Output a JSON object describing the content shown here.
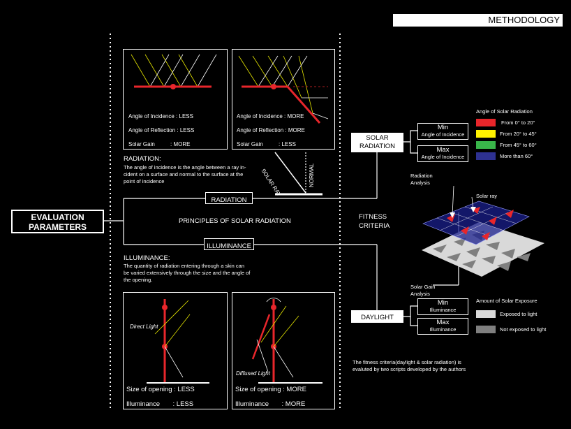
{
  "header": {
    "title": "METHODOLOGY"
  },
  "evaluation": {
    "label_line1": "EVALUATION",
    "label_line2": "PARAMETERS"
  },
  "radiation": {
    "label": "RADIATION"
  },
  "illuminance": {
    "label": "ILLUMINANCE"
  },
  "principles": "PRINCIPLES OF SOLAR RADIATION",
  "fitness": {
    "line1": "FITNESS",
    "line2": "CRITERIA"
  },
  "panels": {
    "p1": {
      "aoi": "Angle of Incidence : LESS",
      "aor": "Angle of Reflection : LESS",
      "gain": "Solar Gain          : MORE"
    },
    "p2": {
      "aoi": "Angle of Incidence : MORE",
      "aor": "Angle of Reflection : MORE",
      "gain": "Solar Gain          : LESS"
    },
    "p3": {
      "direct": "Direct Light",
      "size": "Size of opening : LESS",
      "illum": "Illuminance       : LESS"
    },
    "p4": {
      "diffused": "Diffused Light",
      "size": "Size of opening : MORE",
      "illum": "Illuminance       : MORE"
    }
  },
  "radiation_text": {
    "title": "RADIATION:",
    "l1": "The angle of incidence is the angle between a ray in-",
    "l2": "cident on a surface and normal to the surface at the",
    "l3": "point of incidence"
  },
  "illuminance_text": {
    "title": "ILLUMINANCE:",
    "l1": "The quantity of radiation entering through a skin can",
    "l2": "be varied extensively through the size and the angle of",
    "l3": "the opening."
  },
  "diagram_labels": {
    "solar_ray": "SOLAR RAY",
    "normal": "NORMAL"
  },
  "solar_radiation": {
    "line1": "SOLAR",
    "line2": "RADIATION"
  },
  "min_angle": {
    "title": "Min",
    "sub": "Angle of Incidence"
  },
  "max_angle": {
    "title": "Max",
    "sub": "Angle of Incidence"
  },
  "daylight": {
    "label": "DAYLIGHT"
  },
  "min_illum": {
    "title": "Min",
    "sub": "Illuminance"
  },
  "max_illum": {
    "title": "Max",
    "sub": "Illuminance"
  },
  "legend_angle": {
    "title": "Angle of Solar Radiation",
    "items": [
      {
        "color": "#e8262b",
        "label": "From 0° to 20°"
      },
      {
        "color": "#fff200",
        "label": "From 20° to 45°"
      },
      {
        "color": "#39b54a",
        "label": "From 45° to 60°"
      },
      {
        "color": "#2e3192",
        "label": "More than 60°"
      }
    ]
  },
  "legend_exposure": {
    "title": "Amount of Solar Exposure",
    "items": [
      {
        "color": "#d9d9d9",
        "label": "Exposed to light"
      },
      {
        "color": "#7f7f7f",
        "label": "Not exposed to light"
      }
    ]
  },
  "analysis": {
    "radiation_l1": "Radiation",
    "radiation_l2": "Analysis",
    "solar_ray": "Solar ray",
    "gain_l1": "Solar Gain",
    "gain_l2": "Analysis"
  },
  "footnote": {
    "l1": "The fitness criteria(daylight & solar radiation) is",
    "l2": "evaluted by two scripts developed by the authors"
  }
}
